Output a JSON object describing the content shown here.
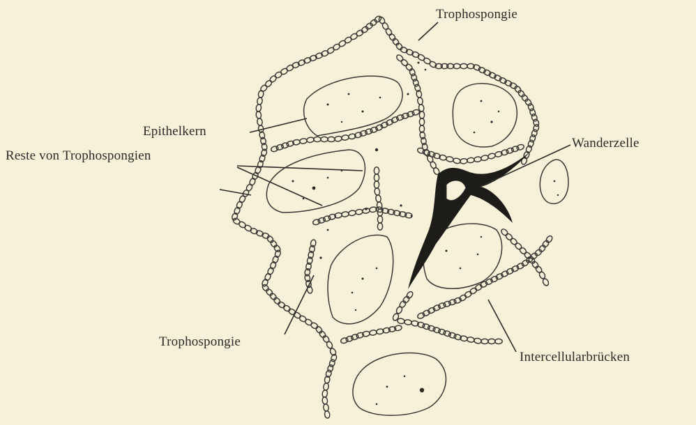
{
  "labels": {
    "trophospongie_top": "Trophospongie",
    "epithelkern": "Epithelkern",
    "reste": "Reste von Trophospongien",
    "wanderzelle": "Wanderzelle",
    "trophospongie_bottom": "Trophospongie",
    "intercellular": "Intercellularbrücken"
  },
  "colors": {
    "background": "#f7f1d9",
    "ink": "#2b2a26"
  }
}
